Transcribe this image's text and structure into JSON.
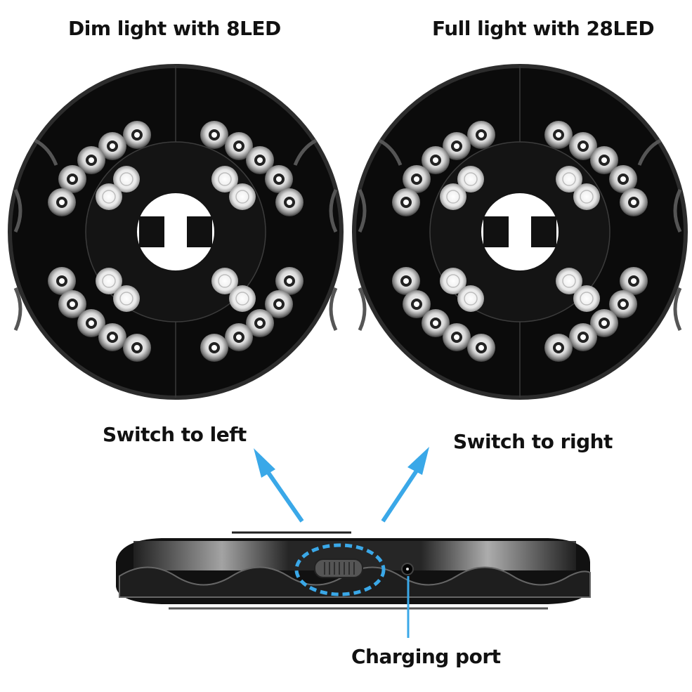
{
  "titles": {
    "left": "Dim light with 8LED",
    "right": "Full light with 28LED"
  },
  "callouts": {
    "switch_left": "Switch to left",
    "switch_right": "Switch to right",
    "charging_port": "Charging port"
  },
  "colors": {
    "accent": "#3aa8e8",
    "body": "#0c0c0c",
    "text": "#111111"
  },
  "product": {
    "led_count_dim": 8,
    "led_count_full": 28
  }
}
